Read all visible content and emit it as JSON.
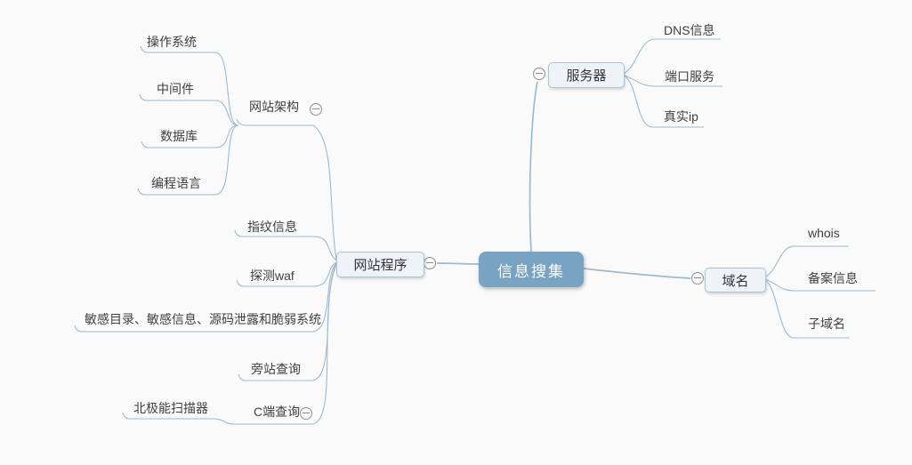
{
  "root": {
    "label": "信息搜集"
  },
  "branches": {
    "server": {
      "label": "服务器",
      "children": {
        "dns": "DNS信息",
        "port": "端口服务",
        "realip": "真实ip"
      }
    },
    "domain": {
      "label": "域名",
      "children": {
        "whois": "whois",
        "icp": "备案信息",
        "subdomain": "子域名"
      }
    },
    "webapp": {
      "label": "网站程序",
      "children": {
        "arch": {
          "label": "网站架构",
          "children": {
            "os": "操作系统",
            "middleware": "中间件",
            "database": "数据库",
            "language": "编程语言"
          }
        },
        "fingerprint": "指纹信息",
        "waf": "探测waf",
        "sensitive": "敏感目录、敏感信息、源码泄露和脆弱系统",
        "sidesite": "旁站查询",
        "cquery": {
          "label": "C端查询",
          "children": {
            "scanner": "北极能扫描器"
          }
        }
      }
    }
  },
  "icons": {
    "collapse": "collapse-minus-icon"
  },
  "colors": {
    "root_fill": "#78a3c3",
    "root_text": "#ffffff",
    "node_fill": "#eef3f7",
    "node_border": "#a9c3d5",
    "edge": "#9fb9cb",
    "leaf_text": "#3f3f3f",
    "background": "#fafafa"
  }
}
